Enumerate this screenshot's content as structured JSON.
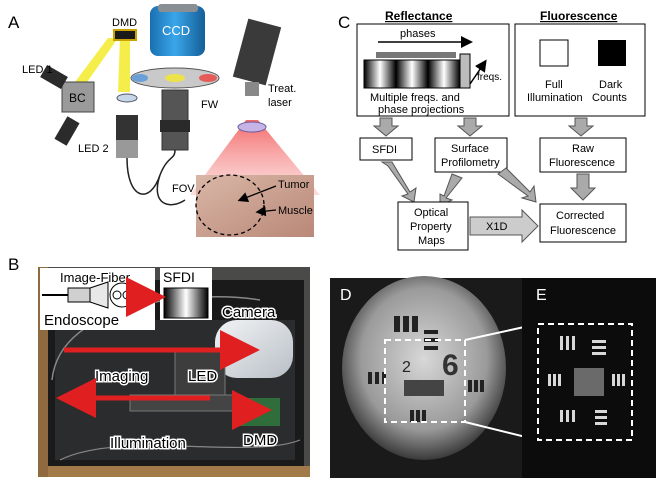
{
  "panels": {
    "a": {
      "letter": "A",
      "labels": {
        "dmd": "DMD",
        "ccd": "CCD",
        "led1": "LED 1",
        "bc": "BC",
        "led2": "LED 2",
        "fw": "FW",
        "treat_line1": "Treat.",
        "treat_line2": "laser",
        "fov": "FOV",
        "tumor": "Tumor",
        "muscle": "Muscle"
      },
      "colors": {
        "ccd": "#1e90d6",
        "beam": "#f2ea2a",
        "laser": "#e64a4a",
        "tissue": "#caa393"
      }
    },
    "b": {
      "letter": "B",
      "labels": {
        "image_fiber": "Image-Fiber",
        "sfdi": "SFDI",
        "endoscope": "Endoscope",
        "camera": "Camera",
        "imaging": "Imaging",
        "led": "LED",
        "illumination": "Illumination",
        "dmd": "DMD"
      },
      "colors": {
        "arrow": "#e02020"
      }
    },
    "c": {
      "letter": "C",
      "headers": {
        "reflectance": "Reflectance",
        "fluorescence": "Fluorescence"
      },
      "phases": "phases",
      "freqs": "freqs.",
      "multi_line1": "Multiple freqs. and",
      "multi_line2": "phase projections",
      "full_line1": "Full",
      "full_line2": "Illumination",
      "dark_line1": "Dark",
      "dark_line2": "Counts",
      "sfdi": "SFDI",
      "surface_line1": "Surface",
      "surface_line2": "Profilometry",
      "raw_line1": "Raw",
      "raw_line2": "Fluorescence",
      "optical_line1": "Optical",
      "optical_line2": "Property",
      "optical_line3": "Maps",
      "x1d": "X1D",
      "corrected_line1": "Corrected",
      "corrected_line2": "Fluorescence"
    },
    "d": {
      "letter": "D",
      "digits_left": "2",
      "digits_right": "6"
    },
    "e": {
      "letter": "E"
    }
  }
}
